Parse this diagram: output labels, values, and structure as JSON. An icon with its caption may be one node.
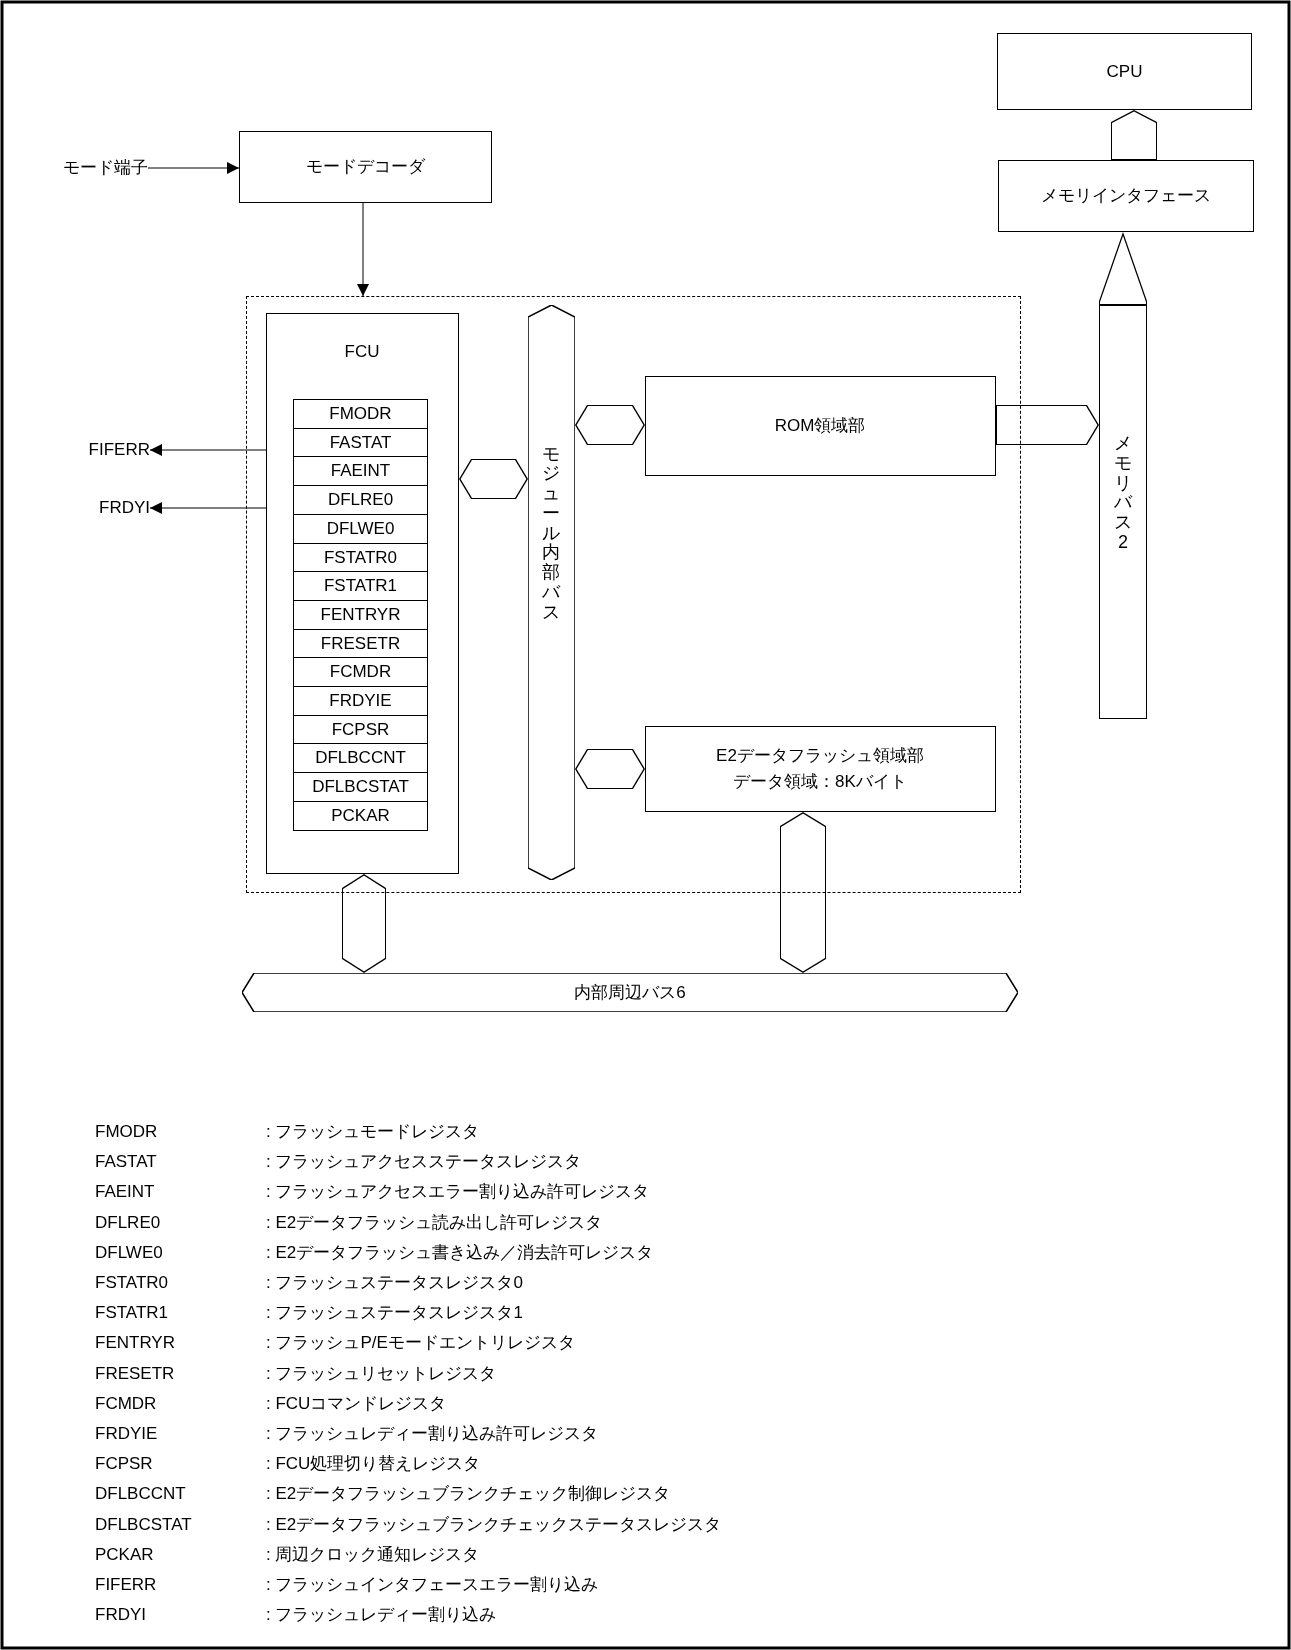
{
  "diagram": {
    "nodes": [
      {
        "text": [
          "モード端子"
        ]
      },
      {
        "text": [
          "モードデコーダ"
        ]
      },
      {
        "text": [
          "CPU"
        ]
      },
      {
        "text": [
          "メモリインタフェース"
        ]
      },
      {
        "text": [],
        "shape": "box"
      },
      {
        "text": [
          "FCU"
        ],
        "in": 4
      },
      {
        "text": [
          "FMODR"
        ],
        "in": 5
      },
      {
        "text": [
          "FASTAT"
        ],
        "in": 5
      },
      {
        "text": [
          "FAEINT"
        ],
        "in": 5
      },
      {
        "text": [
          "DFLRE0"
        ],
        "in": 5
      },
      {
        "text": [
          "DFLWE0"
        ],
        "in": 5
      },
      {
        "text": [
          "FSTATR0"
        ],
        "in": 5
      },
      {
        "text": [
          "FSTATR1"
        ],
        "in": 5
      },
      {
        "text": [
          "FENTRYR"
        ],
        "in": 5
      },
      {
        "text": [
          "FRESETR"
        ],
        "in": 5
      },
      {
        "text": [
          "FCMDR"
        ],
        "in": 5
      },
      {
        "text": [
          "FRDYIE"
        ],
        "in": 5
      },
      {
        "text": [
          "FCPSR"
        ],
        "in": 5
      },
      {
        "text": [
          "DFLBCCNT"
        ],
        "in": 5
      },
      {
        "text": [
          "DFLBCSTAT"
        ],
        "in": 5
      },
      {
        "text": [
          "PCKAR"
        ],
        "in": 5
      },
      {
        "text": [
          "モジュール内部バス"
        ],
        "in": 4
      },
      {
        "text": [
          "ROM領域部"
        ],
        "in": 4
      },
      {
        "text": [
          "E2データフラッシュ領域部",
          "データ領域：8Kバイト"
        ],
        "in": 4
      },
      {
        "text": [
          "メモリバス2"
        ]
      },
      {
        "text": [
          "内部周辺バス6"
        ]
      },
      {
        "text": [
          "FIFERR"
        ]
      },
      {
        "text": [
          "FRDYI"
        ]
      }
    ],
    "edges": [
      {
        "from": 0,
        "to": 1,
        "arrow": "to"
      },
      {
        "from": 1,
        "to": 4,
        "arrow": "to"
      },
      {
        "from": 5,
        "to": 26,
        "arrow": "to"
      },
      {
        "from": 5,
        "to": 27,
        "arrow": "to"
      },
      {
        "from": 3,
        "to": 2,
        "arrow": "to"
      },
      {
        "from": 24,
        "to": 3,
        "arrow": "to"
      },
      {
        "from": 5,
        "to": 21,
        "arrow": "both"
      },
      {
        "from": 21,
        "to": 22,
        "arrow": "both"
      },
      {
        "from": 22,
        "to": 24,
        "arrow": "to"
      },
      {
        "from": 21,
        "to": 23,
        "arrow": "both"
      },
      {
        "from": 5,
        "to": 25,
        "arrow": "both"
      },
      {
        "from": 23,
        "to": 25,
        "arrow": "both"
      }
    ],
    "labels": [
      "FMODR",
      ": フラッシュモードレジスタ",
      "FASTAT",
      ": フラッシュアクセスステータスレジスタ",
      "FAEINT",
      ": フラッシュアクセスエラー割り込み許可レジスタ",
      "DFLRE0",
      ": E2データフラッシュ読み出し許可レジスタ",
      "DFLWE0",
      ": E2データフラッシュ書き込み／消去許可レジスタ",
      "FSTATR0",
      ": フラッシュステータスレジスタ0",
      "FSTATR1",
      ": フラッシュステータスレジスタ1",
      "FENTRYR",
      ": フラッシュP/Eモードエントリレジスタ",
      "FRESETR",
      ": フラッシュリセットレジスタ",
      "FCMDR",
      ": FCUコマンドレジスタ",
      "FRDYIE",
      ": フラッシュレディー割り込み許可レジスタ",
      "FCPSR",
      ": FCU処理切り替えレジスタ",
      "DFLBCCNT",
      ": E2データフラッシュブランクチェック制御レジスタ",
      "DFLBCSTAT",
      ": E2データフラッシュブランクチェックステータスレジスタ",
      "PCKAR",
      ": 周辺クロック通知レジスタ",
      "FIFERR",
      ": フラッシュインタフェースエラー割り込み",
      "FRDYI",
      ": フラッシュレディー割り込み"
    ]
  }
}
